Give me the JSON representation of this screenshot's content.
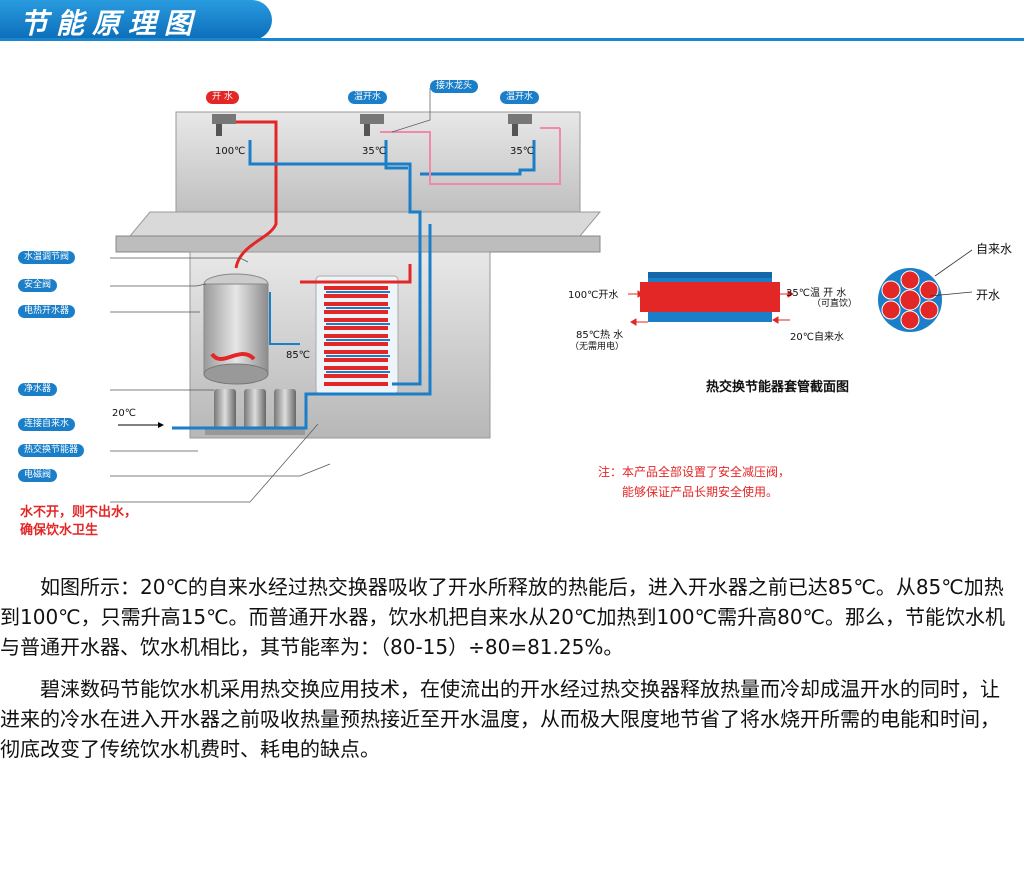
{
  "header": {
    "title": "节能原理图"
  },
  "taps": [
    {
      "label": "开 水",
      "temp": "100℃",
      "color": "#e32626"
    },
    {
      "label": "温开水",
      "temp": "35℃",
      "color": "#1a7ec8"
    },
    {
      "label": "温开水",
      "temp": "35℃",
      "color": "#1a7ec8"
    }
  ],
  "tap_callout": "接水龙头",
  "components": [
    "水温调节阀",
    "安全阀",
    "电热开水器",
    "净水器",
    "连接自来水",
    "热交换节能器",
    "电磁阀"
  ],
  "inline_temps": {
    "tank": "85℃",
    "inlet": "20℃"
  },
  "warning_lines": [
    "水不开，则不出水，",
    "确保饮水卫生"
  ],
  "exchanger": {
    "left_in": "100℃开水",
    "right_out": "35℃温 开 水",
    "right_out_sub": "（可直饮）",
    "left_out": "85℃热 水",
    "left_out_sub": "（无需用电）",
    "right_in": "20℃自来水",
    "cross_labels": [
      "自来水",
      "开水"
    ],
    "caption": "热交换节能器套管截面图"
  },
  "notice_lines": [
    "注：本产品全部设置了安全减压阀，",
    "能够保证产品长期安全使用。"
  ],
  "paragraphs": [
    "如图所示：20℃的自来水经过热交换器吸收了开水所释放的热能后，进入开水器之前已达85℃。从85℃加热到100℃，只需升高15℃。而普通开水器，饮水机把自来水从20℃加热到100℃需升高80℃。那么，节能饮水机与普通开水器、饮水机相比，其节能率为：（80-15）÷80=81.25%。",
    "碧涞数码节能饮水机采用热交换应用技术，在使流出的开水经过热交换器释放热量而冷却成温开水的同时，让进来的冷水在进入开水器之前吸收热量预热接近至开水温度，从而极大限度地节省了将水烧开所需的电能和时间，彻底改变了传统饮水机费时、耗电的缺点。"
  ]
}
